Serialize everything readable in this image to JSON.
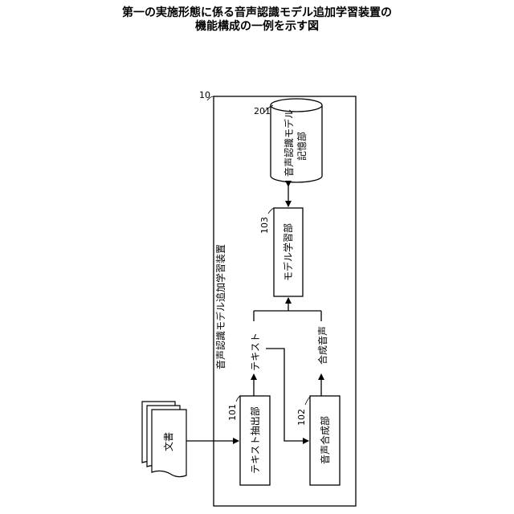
{
  "title": {
    "line1": "第一の実施形態に係る音声認識モデル追加学習装置の",
    "line2": "機能構成の一例を示す図"
  },
  "device": {
    "ref": "10",
    "label": "音声認識モデル追加学習装置"
  },
  "storage": {
    "ref": "201",
    "label_line1": "音声認識モデル",
    "label_line2": "記憶部"
  },
  "model_learning": {
    "ref": "103",
    "label": "モデル学習部"
  },
  "text_extraction": {
    "ref": "101",
    "label": "テキスト抽出部"
  },
  "speech_synthesis": {
    "ref": "102",
    "label": "音声合成部"
  },
  "document": {
    "label": "文書"
  },
  "flows": {
    "text": "テキスト",
    "synth_speech": "合成音声"
  }
}
